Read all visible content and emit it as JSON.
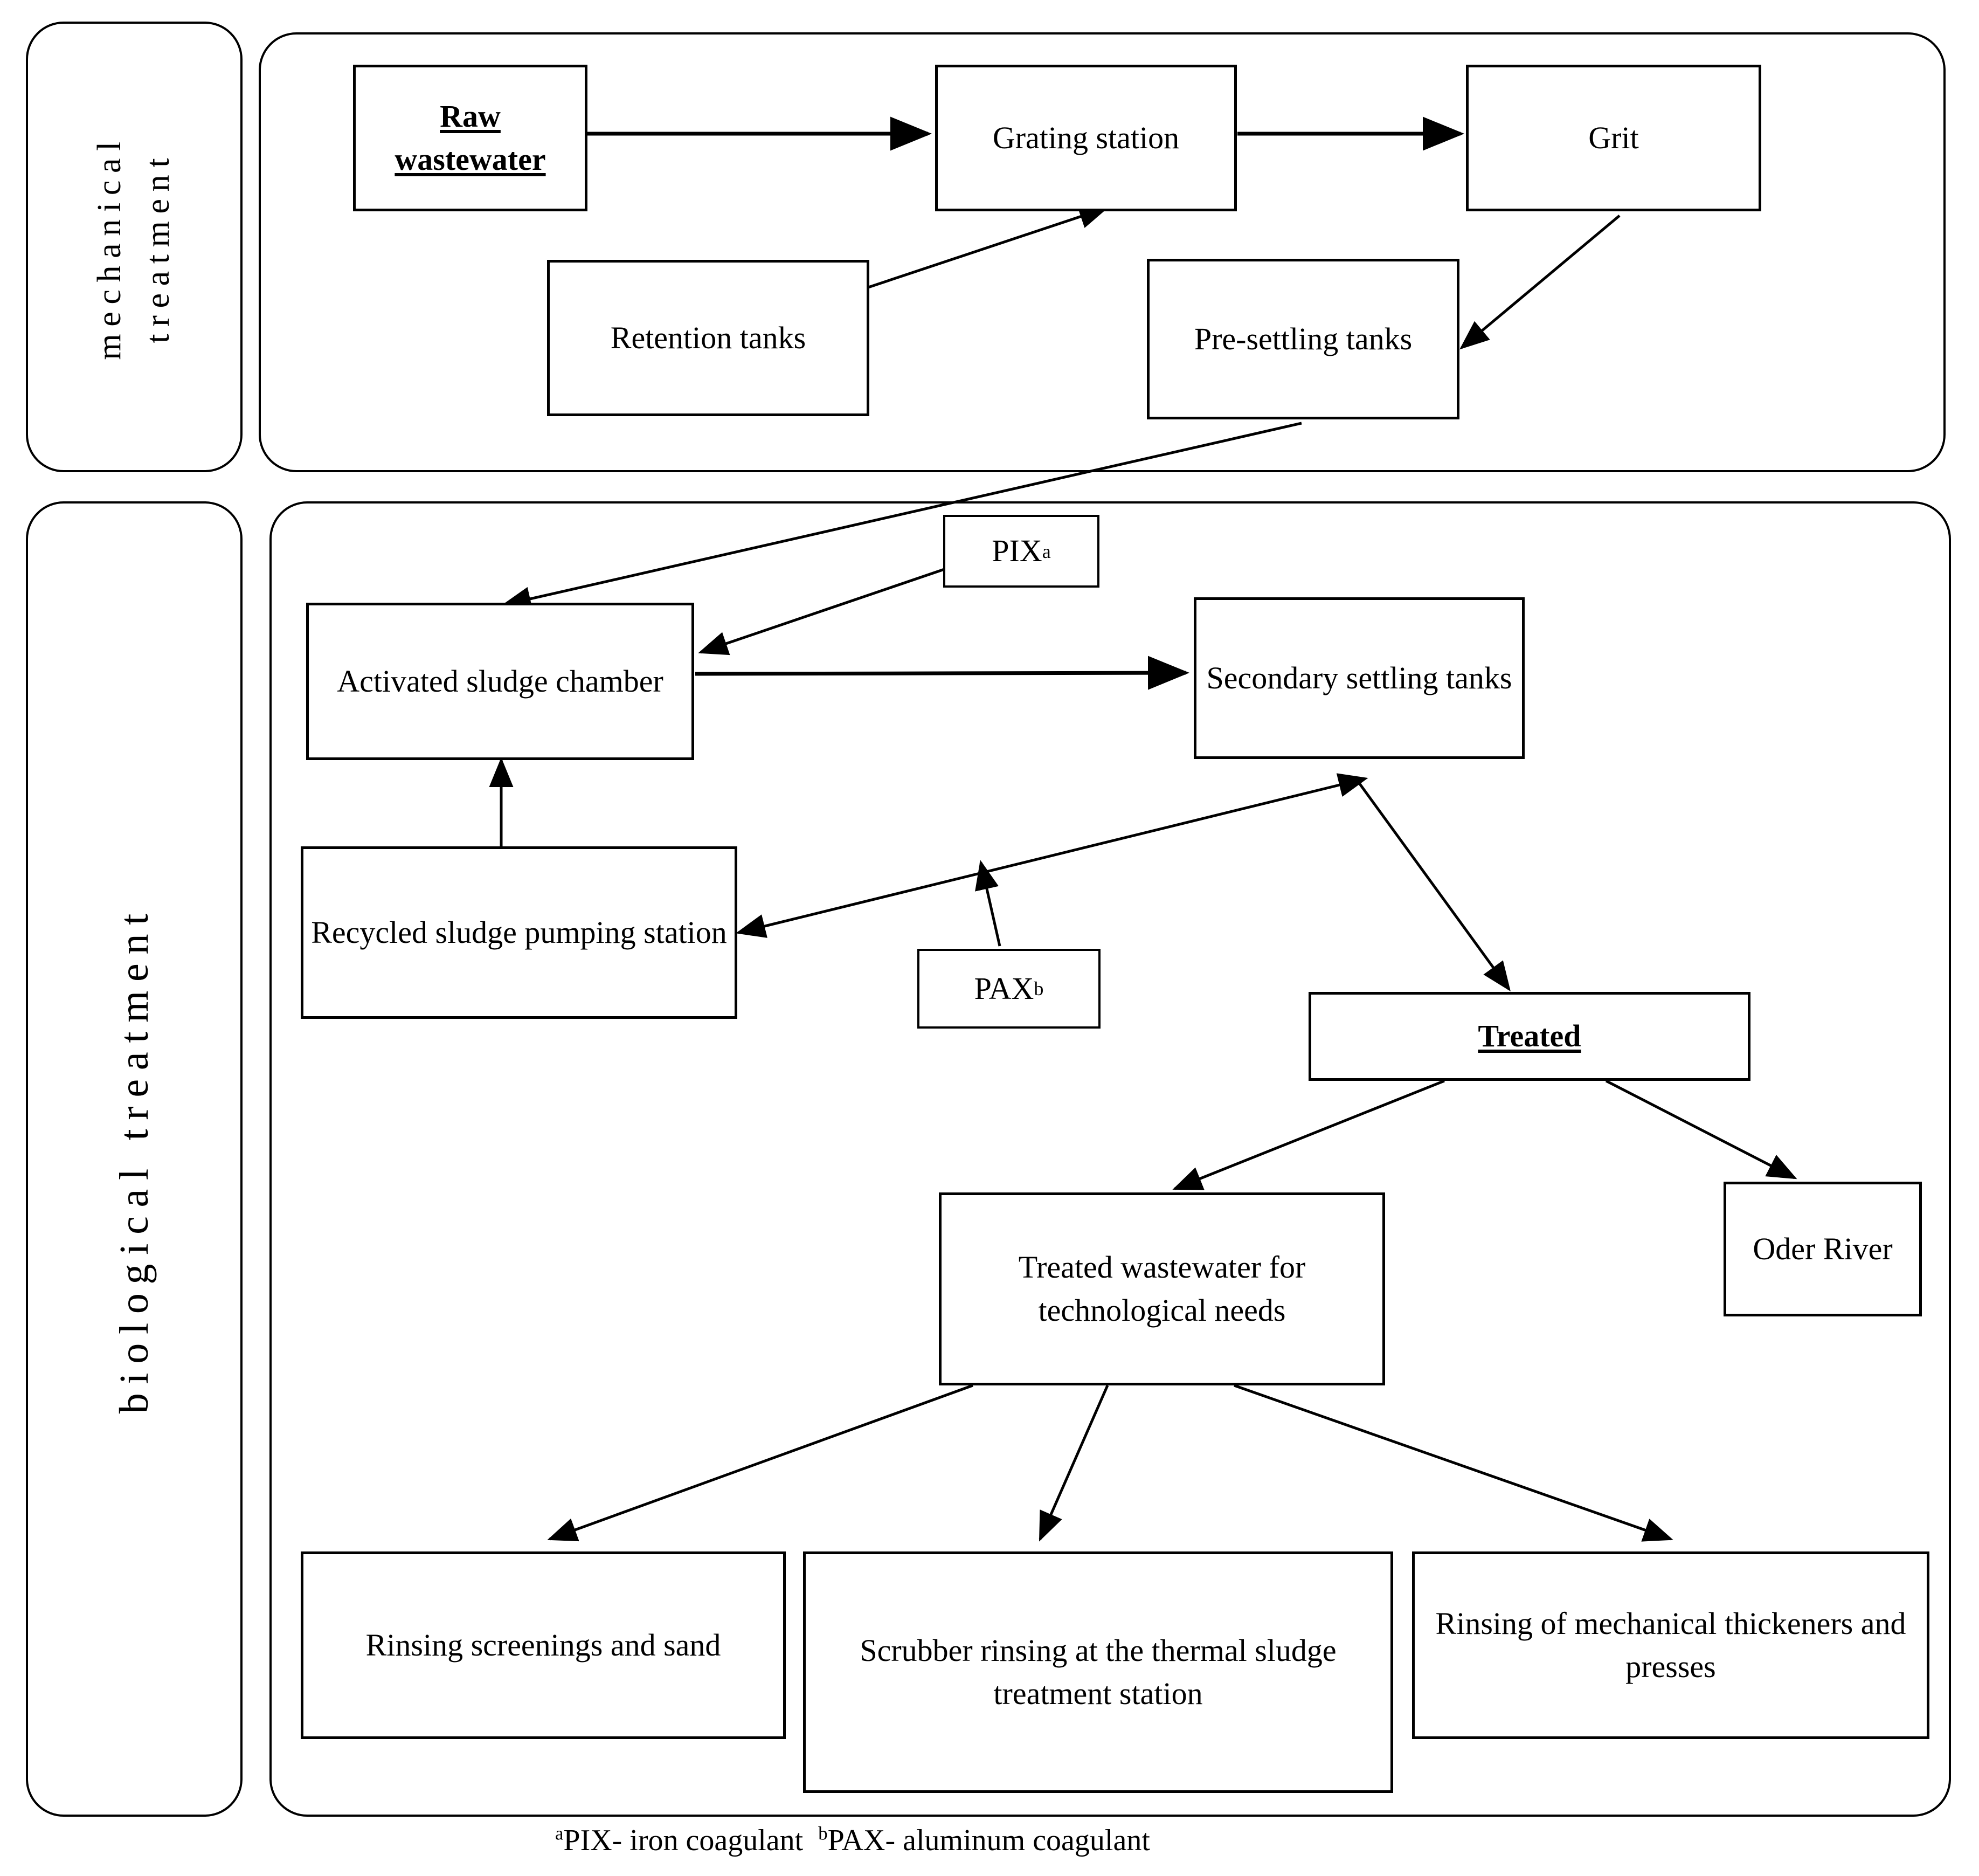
{
  "diagram": {
    "title": "Wastewater treatment plant process flow",
    "line_color": "#000000",
    "background": "#ffffff"
  },
  "sections": [
    {
      "id": "mechanical",
      "label": "mechanical\ntreatment"
    },
    {
      "id": "biological",
      "label": "biological treatment"
    }
  ],
  "section_labels": {
    "mechanical_line1": "mechanical",
    "mechanical_line2": "treatment",
    "biological": "biological treatment"
  },
  "nodes": {
    "raw_wastewater": {
      "label": "Raw wastewater",
      "emphasis": "bold-underline"
    },
    "grating_station": {
      "label": "Grating station"
    },
    "grit": {
      "label": "Grit"
    },
    "retention_tanks": {
      "label": "Retention tanks"
    },
    "pre_settling_tanks": {
      "label": "Pre-settling tanks"
    },
    "pix": {
      "label": "PIX",
      "superscript": "a"
    },
    "pax": {
      "label": "PAX",
      "superscript": "b"
    },
    "activated_sludge_chamber": {
      "label": "Activated sludge chamber"
    },
    "secondary_settling_tanks": {
      "label": "Secondary settling tanks"
    },
    "recycled_sludge_pumping_station": {
      "label": "Recycled sludge pumping station"
    },
    "treated": {
      "label": "Treated",
      "emphasis": "bold-underline"
    },
    "treated_wastewater_tech": {
      "label": "Treated wastewater for technological needs"
    },
    "oder_river": {
      "label": "Oder River"
    },
    "rinsing_screenings_sand": {
      "label": "Rinsing screenings and sand"
    },
    "scrubber_rinsing": {
      "label": "Scrubber rinsing at the thermal sludge treatment station"
    },
    "rinsing_thickeners_presses": {
      "label": "Rinsing of mechanical thickeners and presses"
    }
  },
  "edges": [
    {
      "from": "raw_wastewater",
      "to": "grating_station",
      "arrow": "single"
    },
    {
      "from": "grating_station",
      "to": "grit",
      "arrow": "single"
    },
    {
      "from": "grating_station",
      "to": "retention_tanks",
      "arrow": "double"
    },
    {
      "from": "grit",
      "to": "pre_settling_tanks",
      "arrow": "single"
    },
    {
      "from": "pre_settling_tanks",
      "to": "activated_sludge_chamber",
      "arrow": "single"
    },
    {
      "from": "pix",
      "to": "activated_sludge_chamber",
      "arrow": "single"
    },
    {
      "from": "activated_sludge_chamber",
      "to": "secondary_settling_tanks",
      "arrow": "single"
    },
    {
      "from": "recycled_sludge_pumping_station",
      "to": "activated_sludge_chamber",
      "arrow": "single"
    },
    {
      "from": "secondary_settling_tanks",
      "to": "recycled_sludge_pumping_station",
      "arrow": "double"
    },
    {
      "from": "pax",
      "to": "secondary_settling_tanks",
      "arrow": "single"
    },
    {
      "from": "secondary_settling_tanks",
      "to": "treated",
      "arrow": "single"
    },
    {
      "from": "treated",
      "to": "treated_wastewater_tech",
      "arrow": "single"
    },
    {
      "from": "treated",
      "to": "oder_river",
      "arrow": "single"
    },
    {
      "from": "treated_wastewater_tech",
      "to": "rinsing_screenings_sand",
      "arrow": "single"
    },
    {
      "from": "treated_wastewater_tech",
      "to": "scrubber_rinsing",
      "arrow": "single"
    },
    {
      "from": "treated_wastewater_tech",
      "to": "rinsing_thickeners_presses",
      "arrow": "single"
    }
  ],
  "footnote": {
    "pix_marker": "a",
    "pix_text": "PIX- iron coagulant",
    "pax_marker": "b",
    "pax_text": "PAX- aluminum coagulant",
    "full": "aPIX- iron coagulant  bPAX- aluminum coagulant"
  }
}
